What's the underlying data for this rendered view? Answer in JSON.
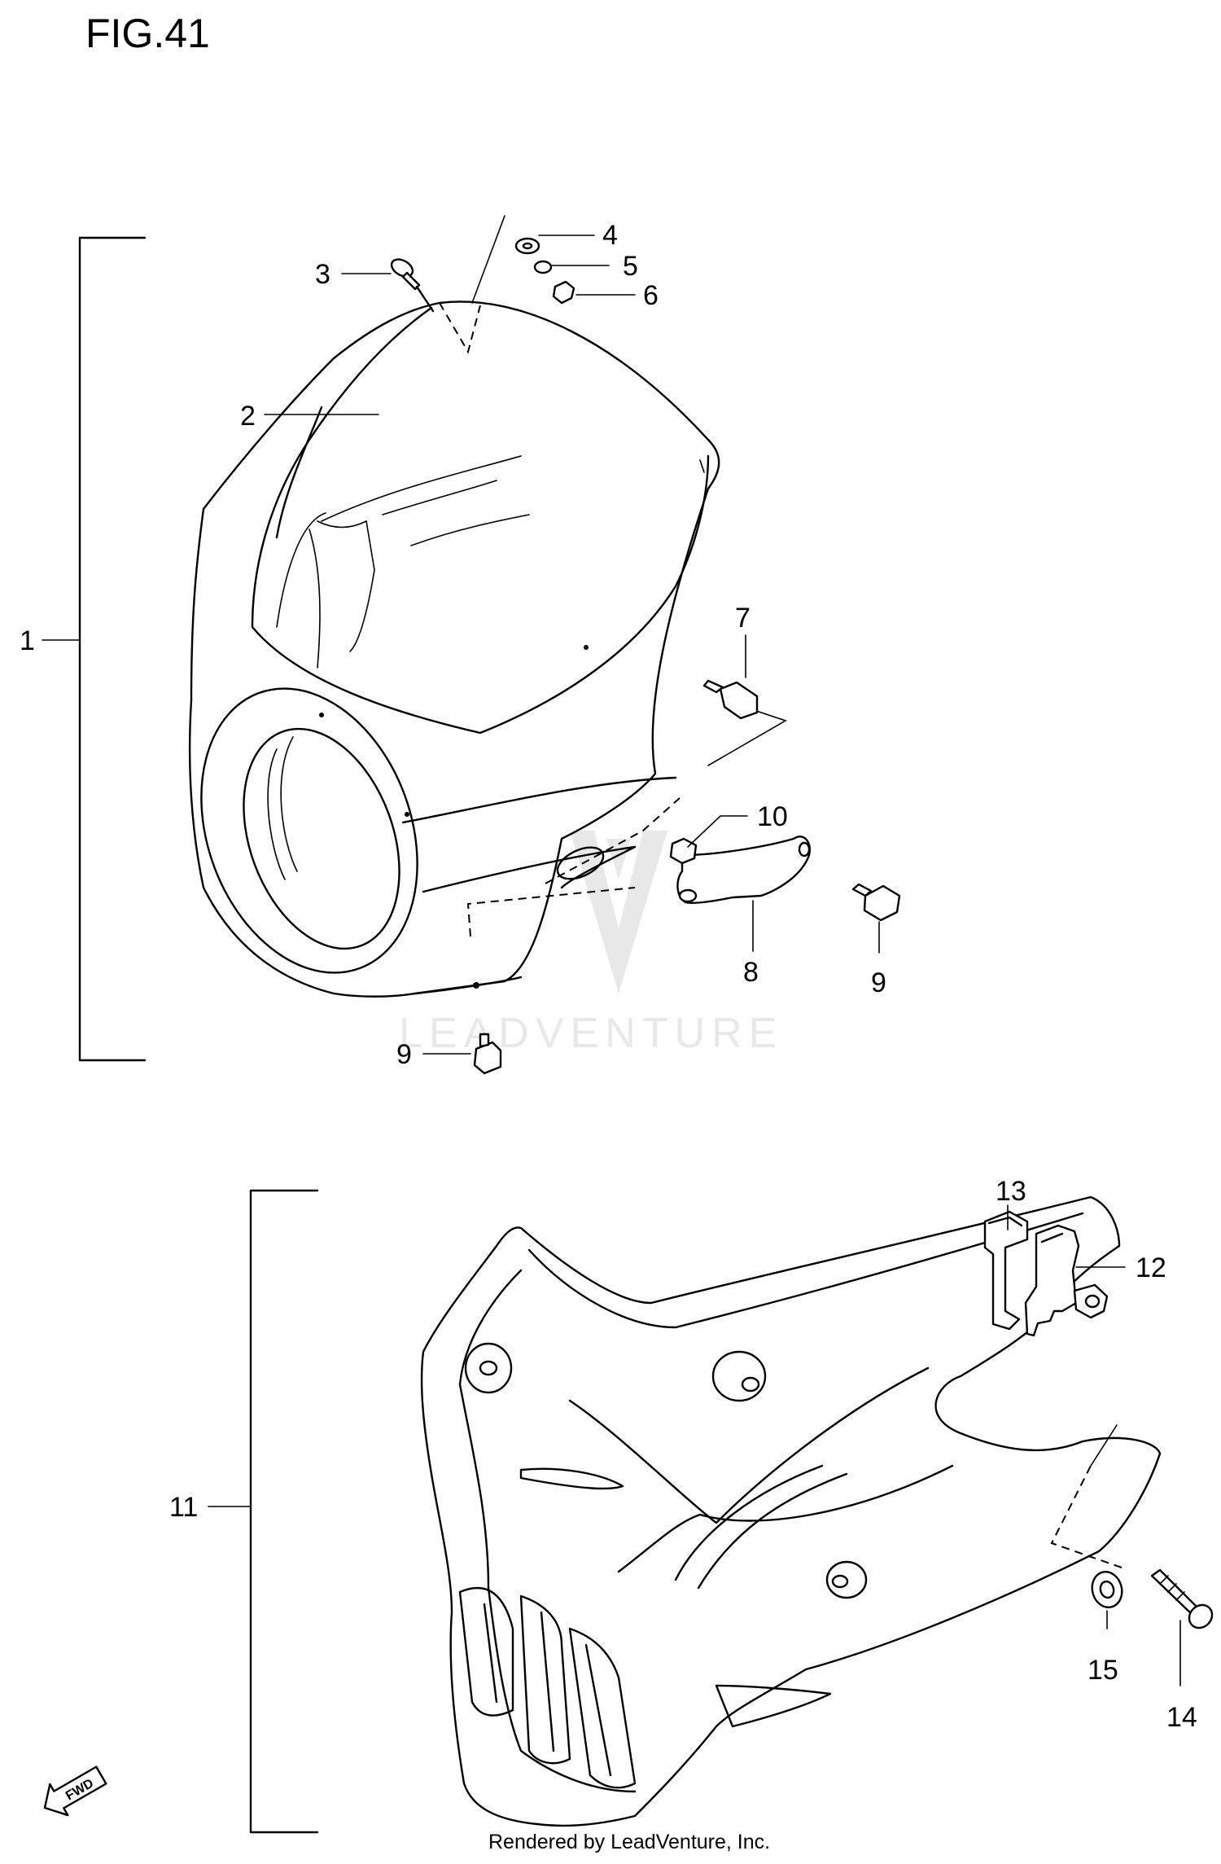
{
  "figure": {
    "title": "FIG.41"
  },
  "watermark": {
    "text": "LEADVENTURE"
  },
  "footer": {
    "text": "Rendered by LeadVenture, Inc."
  },
  "fwd_arrow": {
    "label": "FWD"
  },
  "callouts": [
    {
      "id": "c1",
      "label": "1"
    },
    {
      "id": "c2",
      "label": "2"
    },
    {
      "id": "c3",
      "label": "3"
    },
    {
      "id": "c4",
      "label": "4"
    },
    {
      "id": "c5",
      "label": "5"
    },
    {
      "id": "c6",
      "label": "6"
    },
    {
      "id": "c7",
      "label": "7"
    },
    {
      "id": "c8",
      "label": "8"
    },
    {
      "id": "c9a",
      "label": "9"
    },
    {
      "id": "c9b",
      "label": "9"
    },
    {
      "id": "c10",
      "label": "10"
    },
    {
      "id": "c11",
      "label": "11"
    },
    {
      "id": "c12",
      "label": "12"
    },
    {
      "id": "c13",
      "label": "13"
    },
    {
      "id": "c14",
      "label": "14"
    },
    {
      "id": "c15",
      "label": "15"
    }
  ]
}
